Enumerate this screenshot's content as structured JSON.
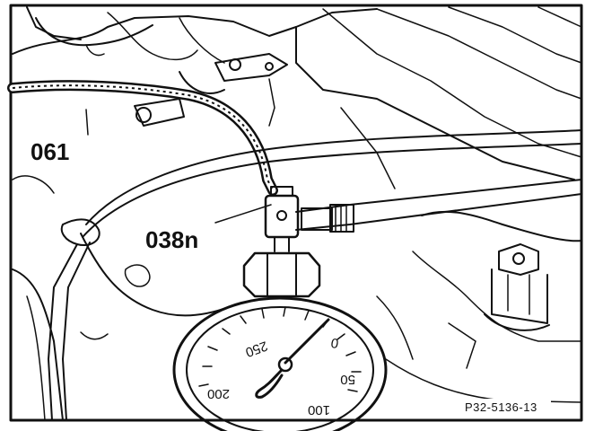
{
  "callouts": {
    "hose": "061",
    "fitting": "038n"
  },
  "gauge": {
    "scale_200": "200",
    "scale_250": "250",
    "scale_0": "0",
    "scale_50": "50",
    "scale_100": "100"
  },
  "reference_code": "P32-5136-13",
  "colors": {
    "ink": "#111111",
    "paper": "#ffffff"
  }
}
